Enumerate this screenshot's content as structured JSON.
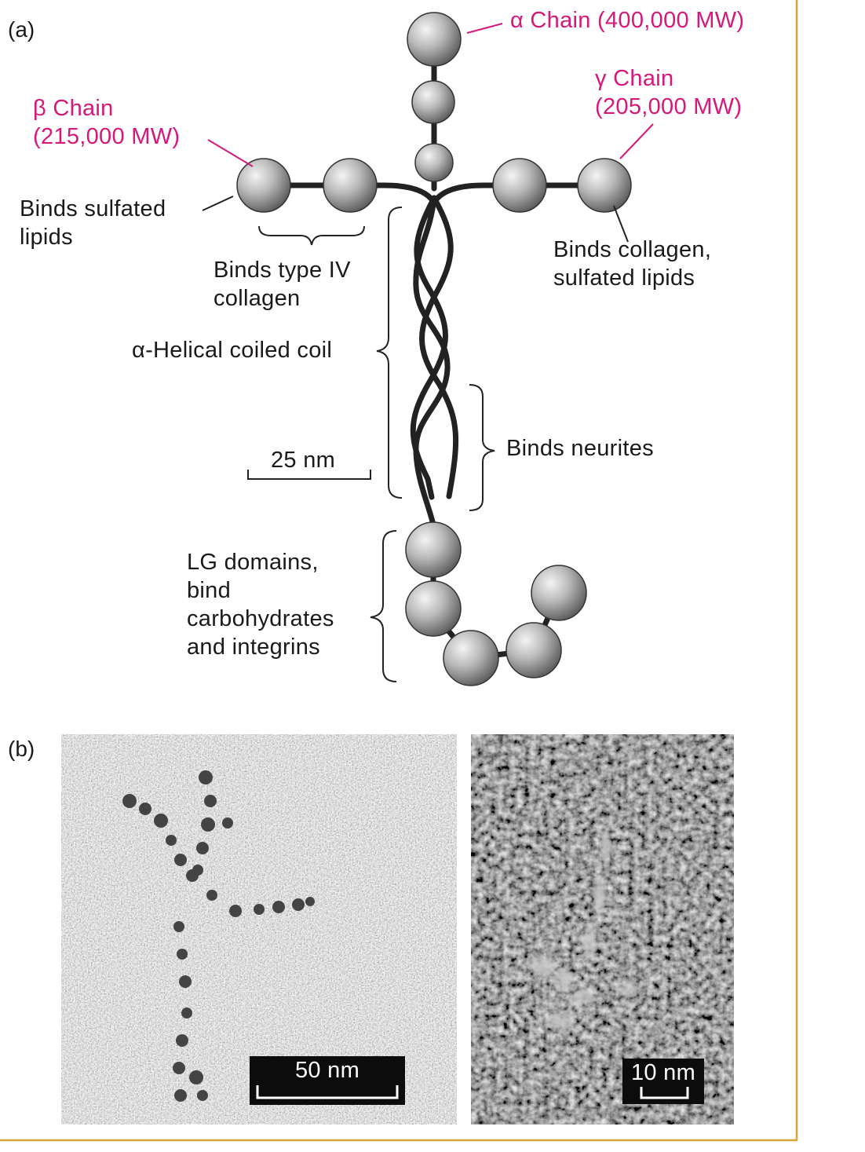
{
  "panel_a": {
    "tag": "(a)",
    "alpha_chain": "α Chain (400,000 MW)",
    "beta_chain": [
      "β Chain",
      "(215,000 MW)"
    ],
    "gamma_chain": [
      "γ Chain",
      "(205,000 MW)"
    ],
    "binds_sulfated_lipids": [
      "Binds sulfated",
      "lipids"
    ],
    "binds_type_iv_collagen": [
      "Binds type IV",
      "collagen"
    ],
    "binds_collagen_lipids": [
      "Binds collagen,",
      "sulfated lipids"
    ],
    "coiled_coil": "α-Helical coiled coil",
    "binds_neurites": "Binds neurites",
    "scale": "25 nm",
    "lg_domains": [
      "LG domains,",
      "bind",
      "carbohydrates",
      "and integrins"
    ]
  },
  "panel_b": {
    "tag": "(b)",
    "left_scale": "50 nm",
    "right_scale": "10 nm"
  },
  "colors": {
    "label_pink": "#d6187b",
    "frame_gold": "#d9a53a",
    "ink": "#1a1a1a"
  }
}
